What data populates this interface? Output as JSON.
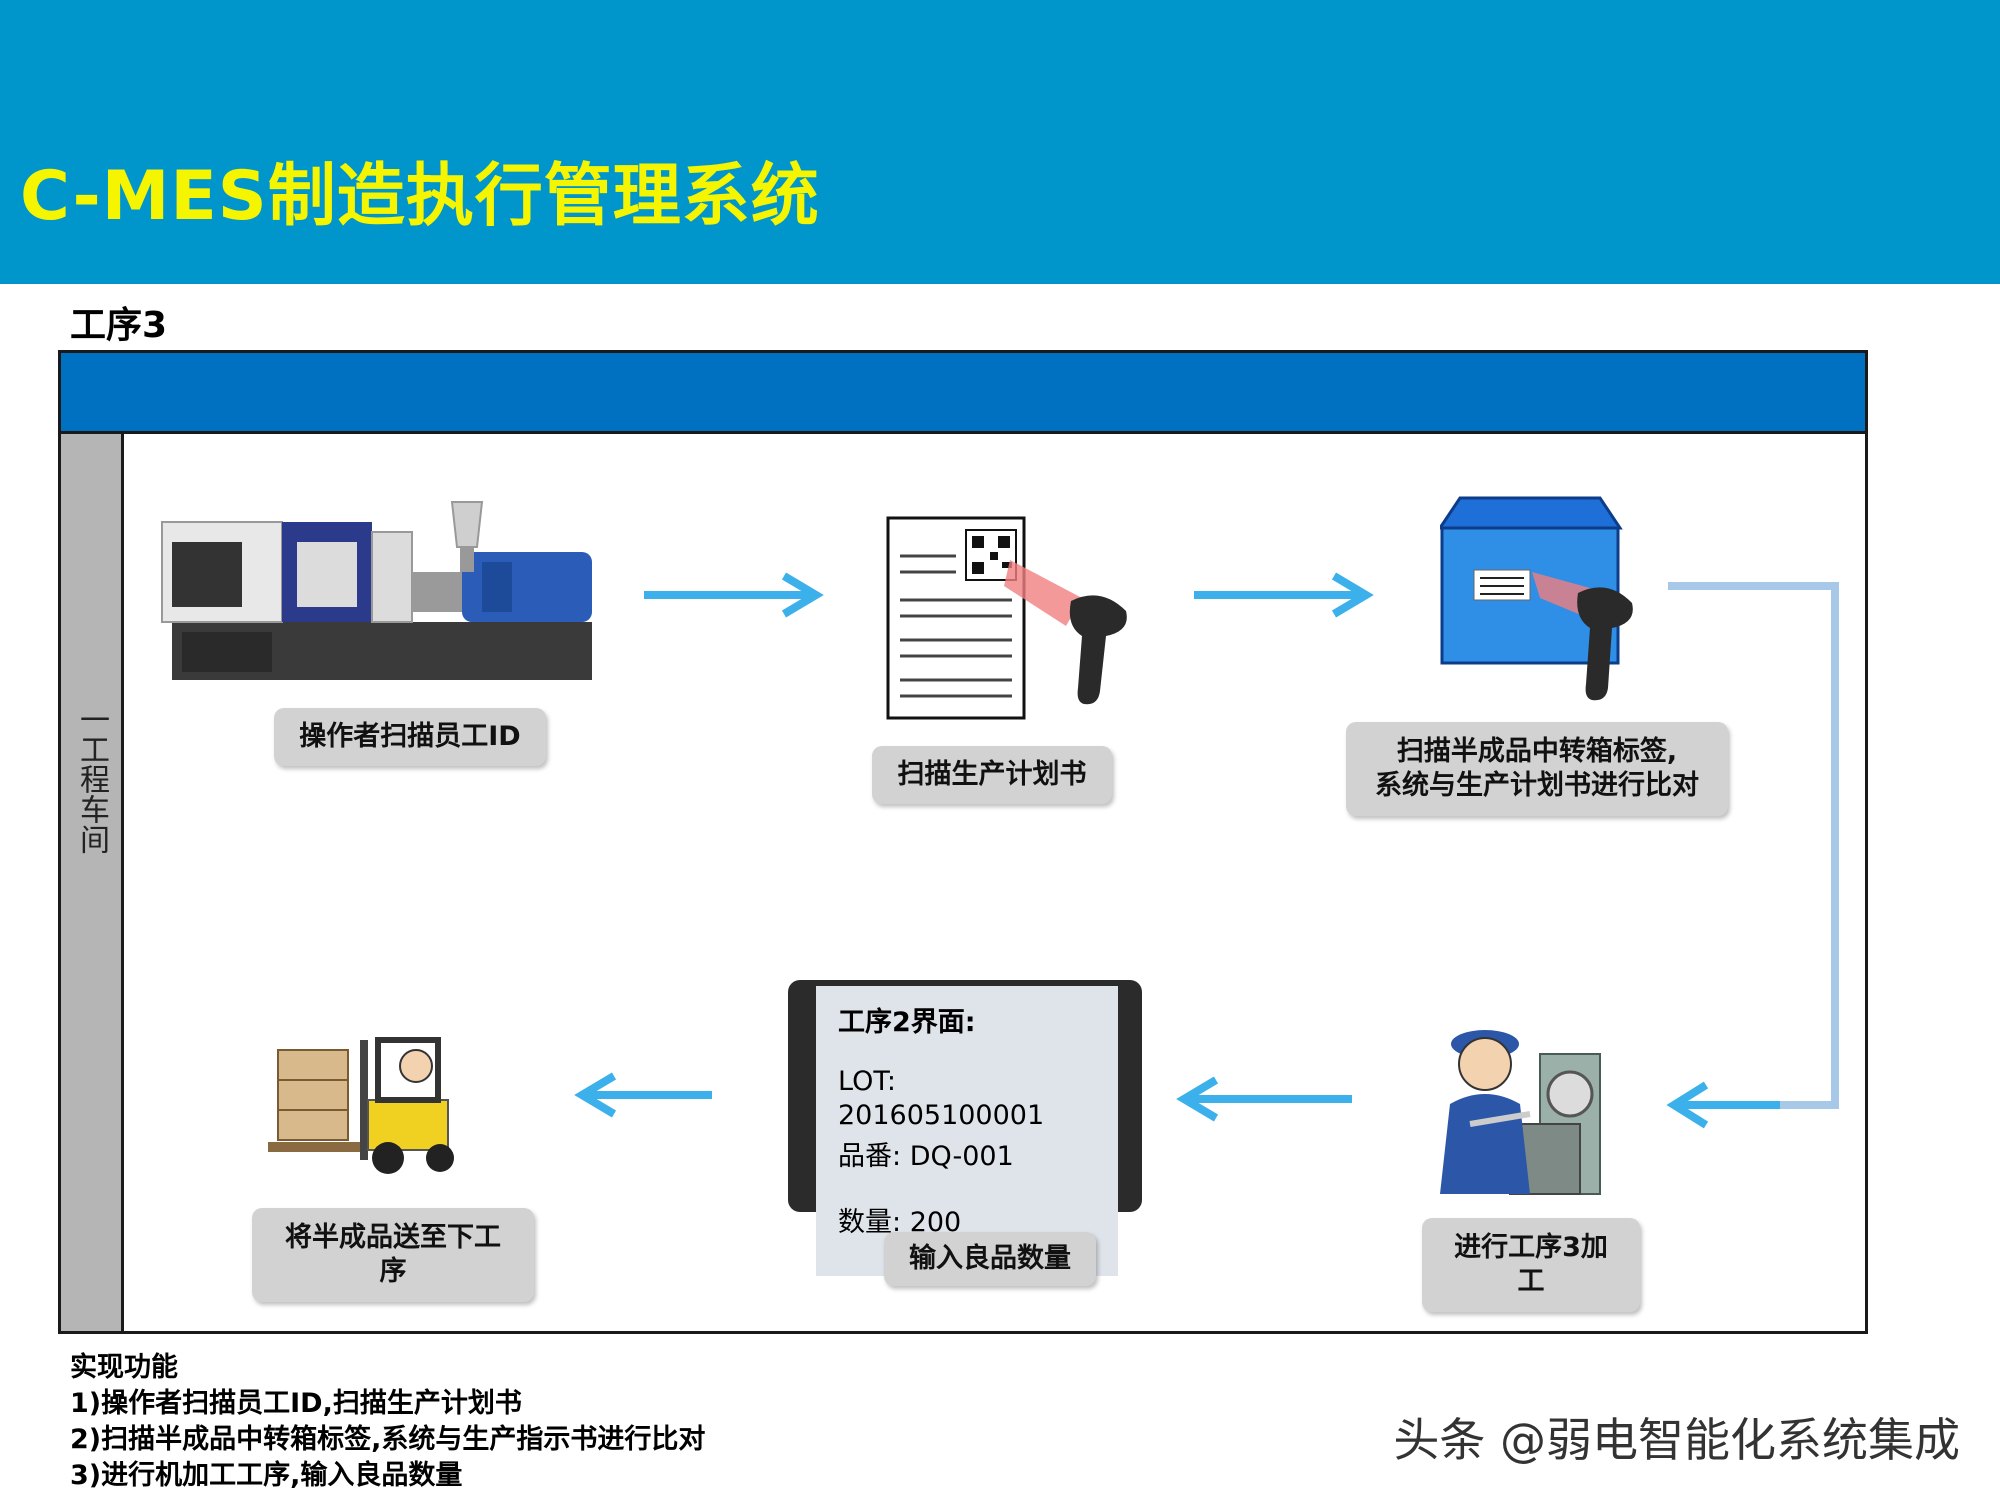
{
  "header": {
    "title": "C-MES制造执行管理系统",
    "color": "#0096cc",
    "title_color": "#f5f500"
  },
  "step": {
    "title": "工序3"
  },
  "lane": {
    "label": "一工程车间"
  },
  "steps": {
    "scan_employee": "操作者扫描员工ID",
    "scan_plan": "扫描生产计划书",
    "scan_box_line1": "扫描半成品中转箱标签,",
    "scan_box_line2": "系统与生产计划书进行比对",
    "process_line1": "进行工序3加",
    "process_line2": "工",
    "input_qty": "输入良品数量",
    "send_line1": "将半成品送至下工",
    "send_line2": "序"
  },
  "tablet": {
    "screen_title": "工序2界面:",
    "lot_label": "LOT:",
    "lot_value": "201605100001",
    "part_label": "品番:",
    "part_value": "DQ-001",
    "qty_label": "数量:",
    "qty_value": "200"
  },
  "notes": {
    "heading": "实现功能",
    "items": [
      "1)操作者扫描员工ID,扫描生产计划书",
      "2)扫描半成品中转箱标签,系统与生产指示书进行比对",
      "3)进行机加工工序,输入良品数量"
    ]
  },
  "watermark": "头条 @弱电智能化系统集成",
  "colors": {
    "arrow": "#3bb0ea",
    "connector": "#a8c8e8",
    "band": "#0070c0",
    "label_bg": "#d2d2d2"
  }
}
